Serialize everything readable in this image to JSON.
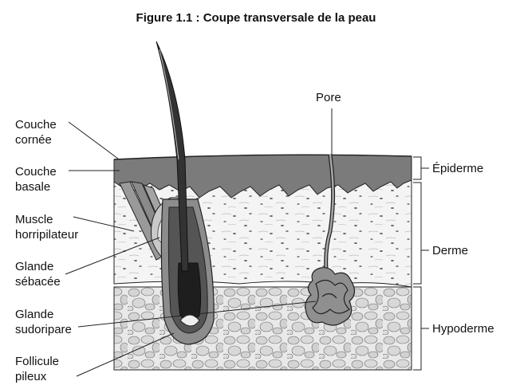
{
  "figure": {
    "title": "Figure 1.1 : Coupe transversale de la peau"
  },
  "labels_left": {
    "couche_cornee": [
      "Couche",
      "cornée"
    ],
    "couche_basale": [
      "Couche",
      "basale"
    ],
    "muscle": [
      "Muscle",
      "horripilateur"
    ],
    "glande_sebacee": [
      "Glande",
      "sébacée"
    ],
    "glande_sudoripare": [
      "Glande",
      "sudoripare"
    ],
    "follicule": [
      "Follicule",
      "pileux"
    ]
  },
  "labels_top": {
    "pore": "Pore"
  },
  "labels_right": {
    "epiderme": "Épiderme",
    "derme": "Derme",
    "hypoderme": "Hypoderme"
  },
  "colors": {
    "epidermis": "#7a7a7a",
    "dermis_bg": "#f4f4f4",
    "hypodermis_cells": "#d4d4d4",
    "outline": "#222222"
  }
}
